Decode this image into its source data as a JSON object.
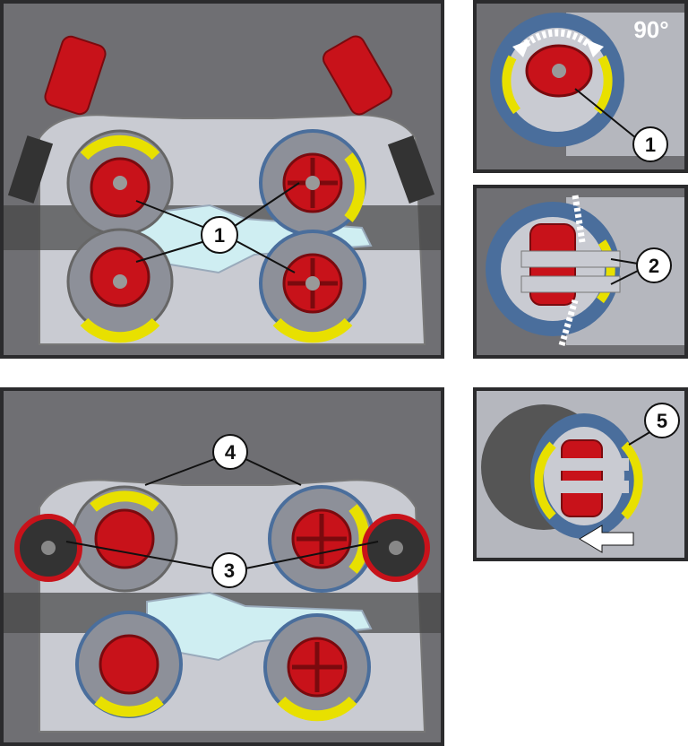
{
  "panels": {
    "top_left": {
      "callouts": [
        "1"
      ]
    },
    "top_right": {
      "callouts": [
        "1"
      ],
      "angle_label": "90°"
    },
    "mid_right": {
      "callouts": [
        "2"
      ]
    },
    "bottom_left": {
      "callouts": [
        "4",
        "3"
      ]
    },
    "bottom_right": {
      "callouts": [
        "5"
      ]
    }
  },
  "colors": {
    "housing": "#c9cbd2",
    "housing_dark": "#8d9099",
    "roller_red": "#c8121a",
    "roller_dark": "#7a0a0e",
    "yellow": "#e8e000",
    "blue_ring": "#4a6e9c",
    "panel_bg": "#6f6f73",
    "guide": "#cfeef2"
  }
}
